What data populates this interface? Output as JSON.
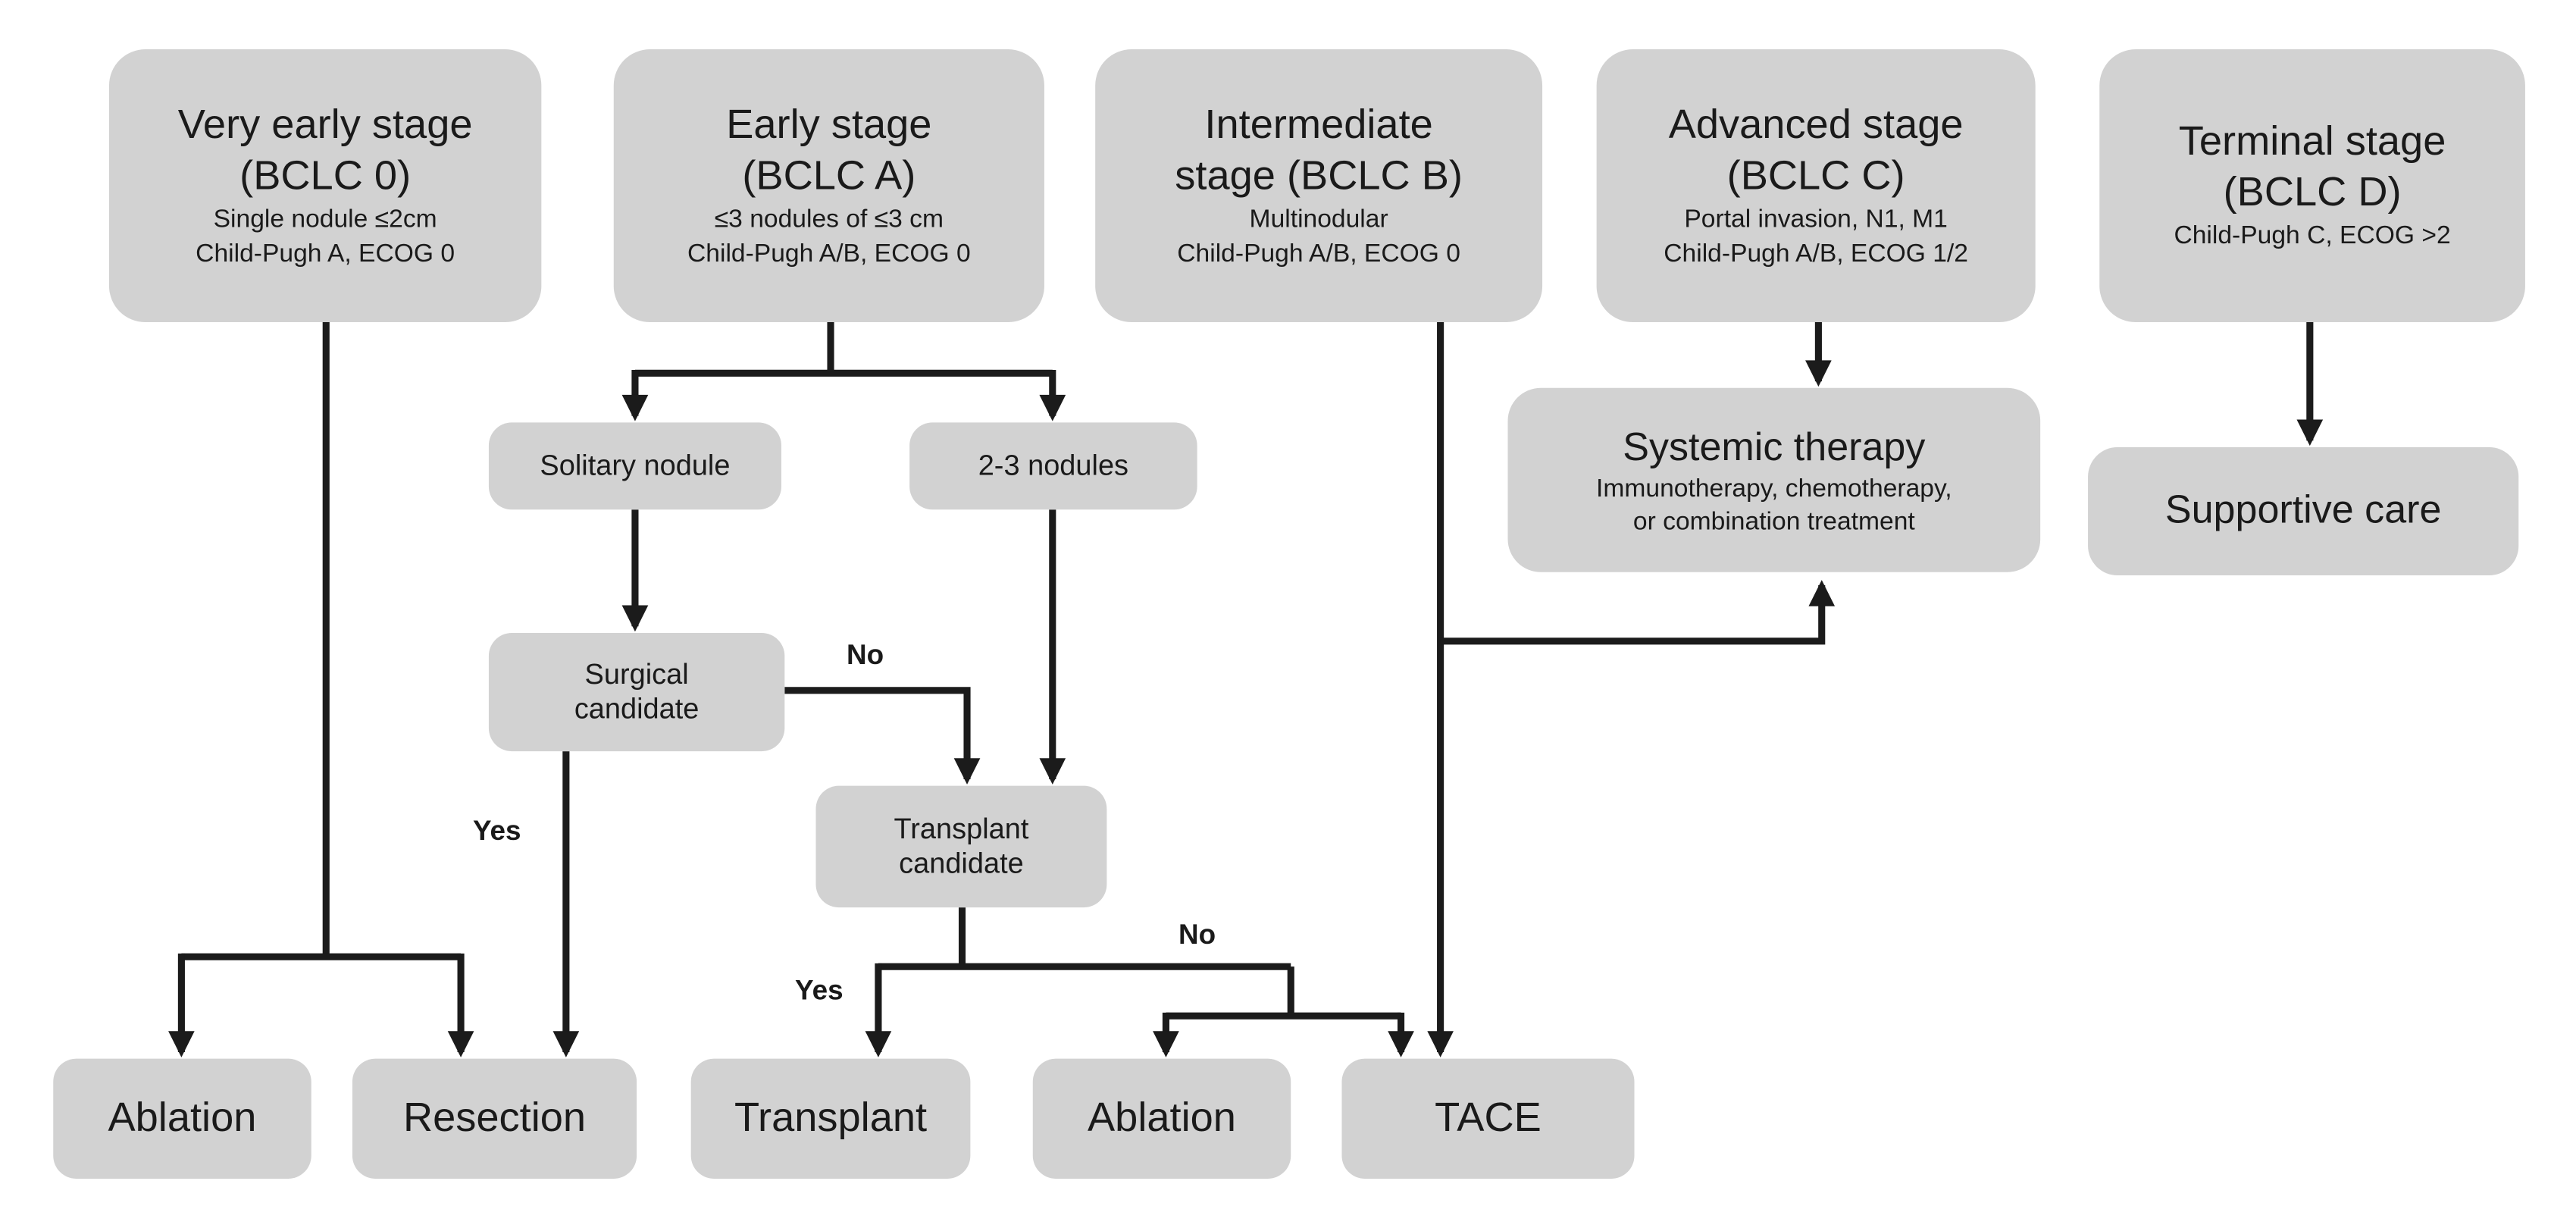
{
  "stages": [
    {
      "title": "Very early stage",
      "bclc": "(BCLC 0)",
      "line1": "Single nodule ≤2cm",
      "line2": "Child-Pugh A, ECOG 0"
    },
    {
      "title": "Early stage",
      "bclc": "(BCLC A)",
      "line1": "≤3 nodules of ≤3 cm",
      "line2": "Child-Pugh A/B, ECOG 0"
    },
    {
      "title": "Intermediate",
      "bclc": "stage (BCLC B)",
      "line1": "Multinodular",
      "line2": "Child-Pugh A/B, ECOG 0"
    },
    {
      "title": "Advanced stage",
      "bclc": "(BCLC C)",
      "line1": "Portal invasion, N1, M1",
      "line2": "Child-Pugh A/B, ECOG 1/2"
    },
    {
      "title": "Terminal stage",
      "bclc": "(BCLC D)",
      "line1": "Child-Pugh C, ECOG >2",
      "line2": ""
    }
  ],
  "nodes": {
    "solitary": "Solitary nodule",
    "nodules23": "2-3 nodules",
    "surgical": {
      "line1": "Surgical",
      "line2": "candidate"
    },
    "transplant_candidate": {
      "line1": "Transplant",
      "line2": "candidate"
    },
    "systemic": {
      "title": "Systemic therapy",
      "sub1": "Immunotherapy, chemotherapy,",
      "sub2": "or combination treatment"
    },
    "supportive": "Supportive care"
  },
  "outcomes": {
    "ablation1": "Ablation",
    "resection": "Resection",
    "transplant": "Transplant",
    "ablation2": "Ablation",
    "tace": "TACE"
  },
  "labels": {
    "yes_surgical": "Yes",
    "no_surgical": "No",
    "yes_transplant": "Yes",
    "no_transplant": "No"
  },
  "colors": {
    "box_fill": "#d2d2d2",
    "line": "#1b1b1b",
    "text": "#1a1a1a",
    "background": "#ffffff"
  }
}
